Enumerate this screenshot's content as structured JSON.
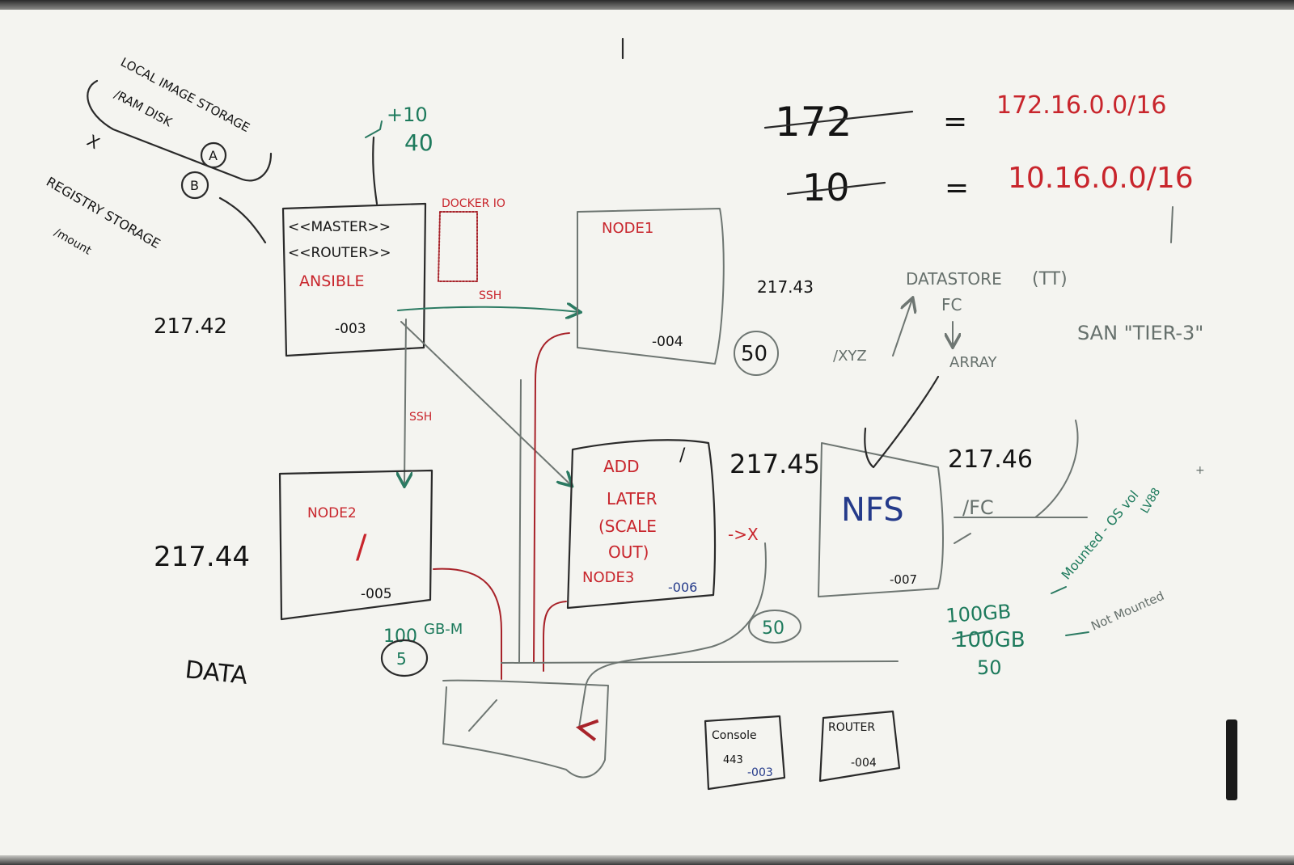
{
  "top_left": {
    "local_image": "LOCAL IMAGE STORAGE",
    "ram_disk": "/RAM DISK",
    "a": "A",
    "b": "B",
    "x": "X",
    "registry": "REGISTRY STORAGE",
    "mount": "/mount"
  },
  "ip_217_42": "217.42",
  "flag": {
    "line1": "+10",
    "line2": "40"
  },
  "master_box": {
    "line1": "<<MASTER>>",
    "line2": "<<ROUTER>>",
    "line3": "ANSIBLE",
    "id": "-003"
  },
  "docker_label": "DOCKER IO",
  "ssh_top": "SSH",
  "ssh_left": "SSH",
  "node1_box": {
    "title": "NODE1",
    "id": "-004"
  },
  "ip_217_43": "217.43",
  "circle_50_right": "50",
  "node2_box": {
    "title": "NODE2",
    "mark": "/",
    "id": "-005"
  },
  "ip_217_44": "217.44",
  "data_label": "DATA",
  "gb_note": {
    "value": "100",
    "unit": "GB-M",
    "circled": "5"
  },
  "node3_box": {
    "line1": "ADD",
    "line2": "LATER",
    "line3": "(SCALE",
    "line4": "OUT)",
    "line5": "NODE3",
    "id": "-006",
    "slash": "/",
    "arrow_x": "->X"
  },
  "circle_50_low": "50",
  "ip_217_45": "217.45",
  "nfs_box": {
    "title": "NFS",
    "id": "-007"
  },
  "ip_217_46": "217.46",
  "fc_slash": "/FC",
  "network": {
    "row1_left": "172",
    "row1_right": "172.16.0.0/16",
    "row2_left": "10",
    "row2_right": "10.16.0.0/16",
    "equals": "="
  },
  "datastore": {
    "label": "DATASTORE",
    "tt": "(TT)",
    "fc": "FC",
    "array": "ARRAY",
    "xyz": "/XYZ",
    "san_tier": "SAN \"TIER-3\""
  },
  "storage_notes": {
    "gb1": "100GB",
    "mounted": "Mounted - OS vol",
    "gb2": "100GB",
    "not_mounted": "Not Mounted",
    "fifty": "50",
    "lv": "LV88",
    "extra": "+"
  },
  "console_box": {
    "title": "Console",
    "port": "443",
    "id": "-003"
  },
  "router_box": {
    "title": "ROUTER",
    "id": "-004"
  }
}
